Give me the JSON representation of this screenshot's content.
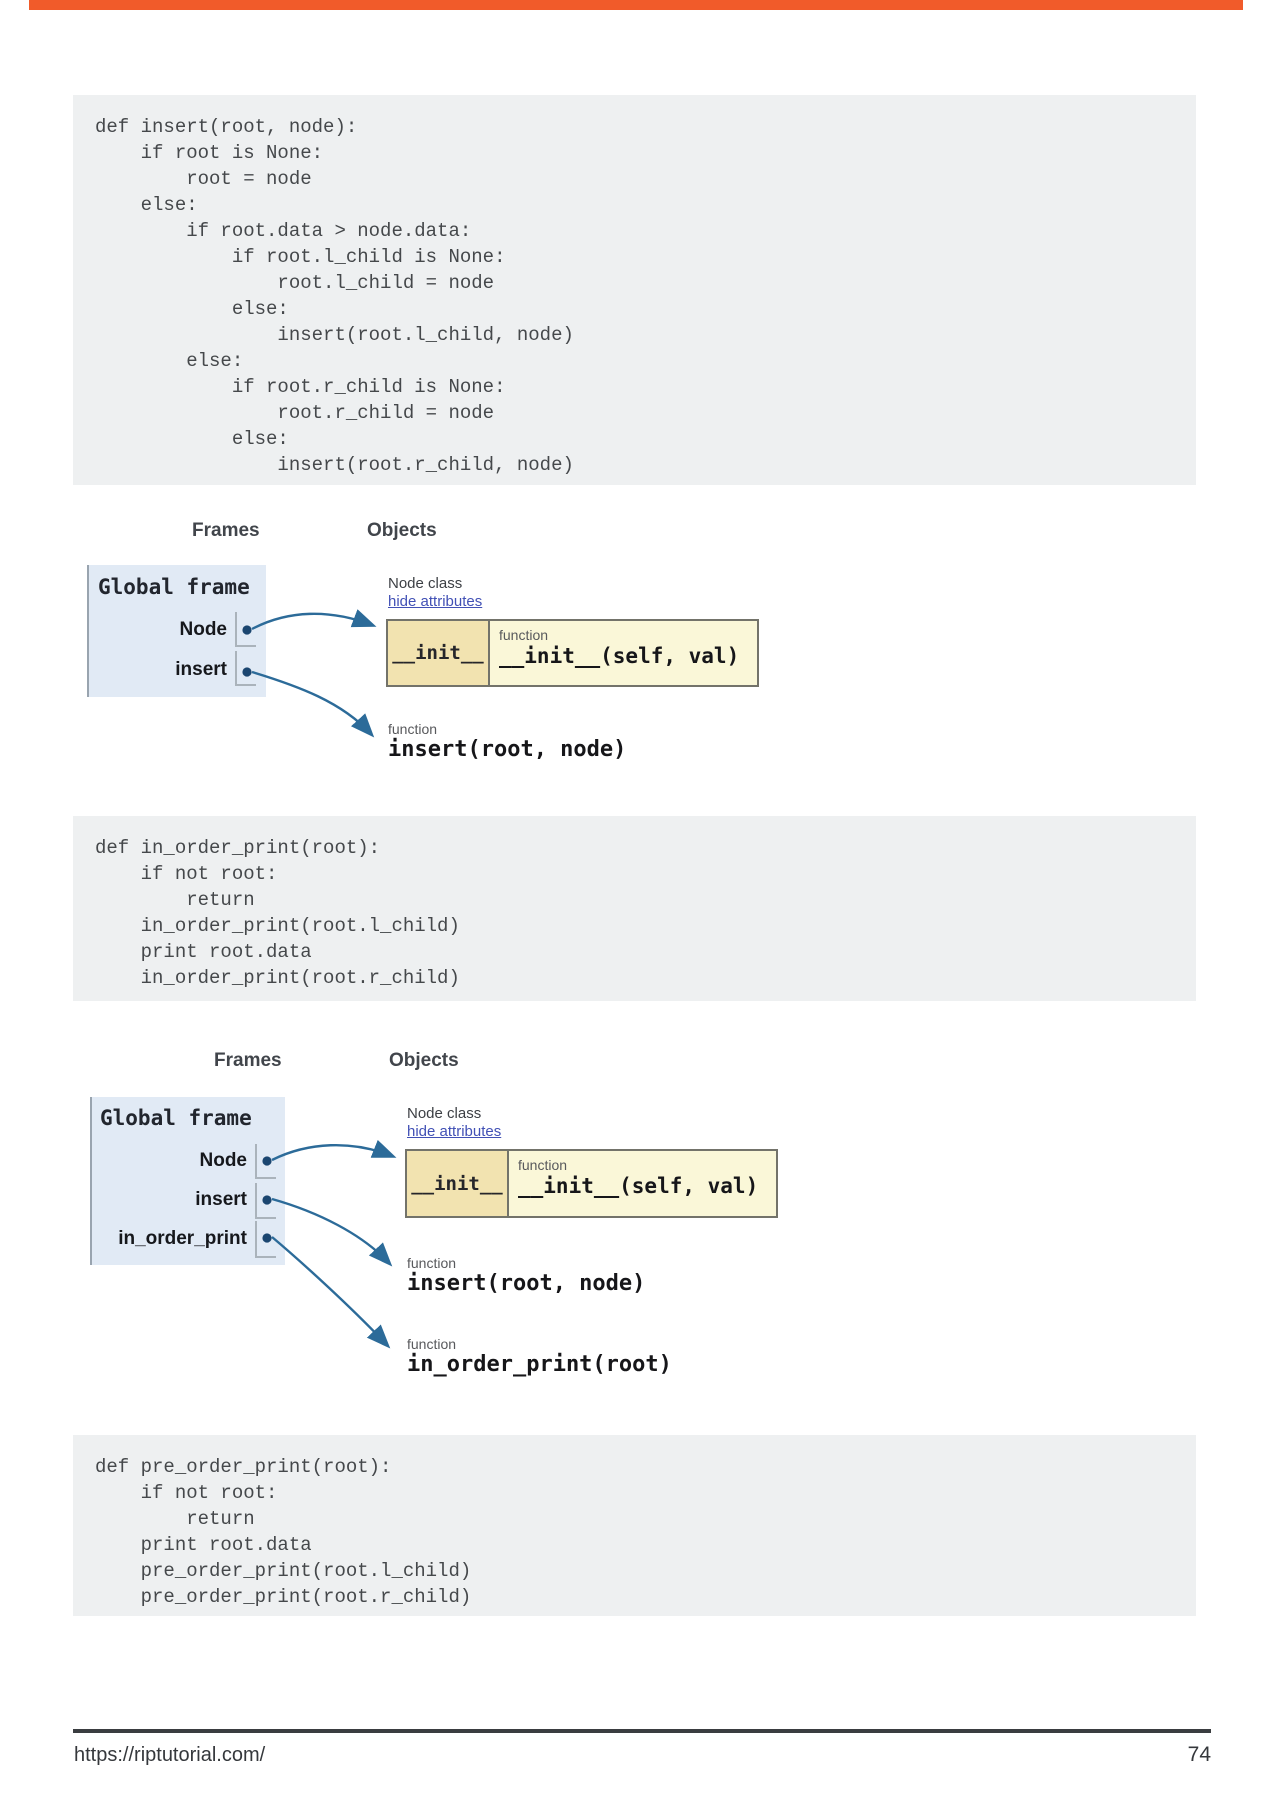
{
  "code_blocks": [
    {
      "text": "def insert(root, node):\n    if root is None:\n        root = node\n    else:\n        if root.data > node.data:\n            if root.l_child is None:\n                root.l_child = node\n            else:\n                insert(root.l_child, node)\n        else:\n            if root.r_child is None:\n                root.r_child = node\n            else:\n                insert(root.r_child, node)"
    },
    {
      "text": "def in_order_print(root):\n    if not root:\n        return\n    in_order_print(root.l_child)\n    print root.data\n    in_order_print(root.r_child)"
    },
    {
      "text": "def pre_order_print(root):\n    if not root:\n        return\n    print root.data\n    pre_order_print(root.l_child)\n    pre_order_print(root.r_child)"
    }
  ],
  "diagrams": [
    {
      "frames_header": "Frames",
      "objects_header": "Objects",
      "global_frame": {
        "title": "Global frame",
        "variables": [
          {
            "name": "Node"
          },
          {
            "name": "insert"
          }
        ]
      },
      "node_class": {
        "title": "Node class",
        "link": "hide attributes",
        "attribute": "__init__",
        "type_label": "function",
        "signature": "__init__(self, val)"
      },
      "function_objects": [
        {
          "type_label": "function",
          "signature": "insert(root, node)"
        }
      ]
    },
    {
      "frames_header": "Frames",
      "objects_header": "Objects",
      "global_frame": {
        "title": "Global frame",
        "variables": [
          {
            "name": "Node"
          },
          {
            "name": "insert"
          },
          {
            "name": "in_order_print"
          }
        ]
      },
      "node_class": {
        "title": "Node class",
        "link": "hide attributes",
        "attribute": "__init__",
        "type_label": "function",
        "signature": "__init__(self, val)"
      },
      "function_objects": [
        {
          "type_label": "function",
          "signature": "insert(root, node)"
        },
        {
          "type_label": "function",
          "signature": "in_order_print(root)"
        }
      ]
    }
  ],
  "footer": {
    "url": "https://riptutorial.com/",
    "page_number": "74"
  },
  "colors": {
    "top_bar": "#f15b2a",
    "code_background": "#eef0f1",
    "frame_background": "#e1eaf5",
    "frame_left_border": "#99a4af",
    "object_background": "#faf7d8",
    "attribute_cell_background": "#f2e3b0",
    "object_border": "#73736a",
    "arrow_blue": "#2c6b99",
    "dot_navy": "#1b4670",
    "link_blue": "#4150b5"
  }
}
